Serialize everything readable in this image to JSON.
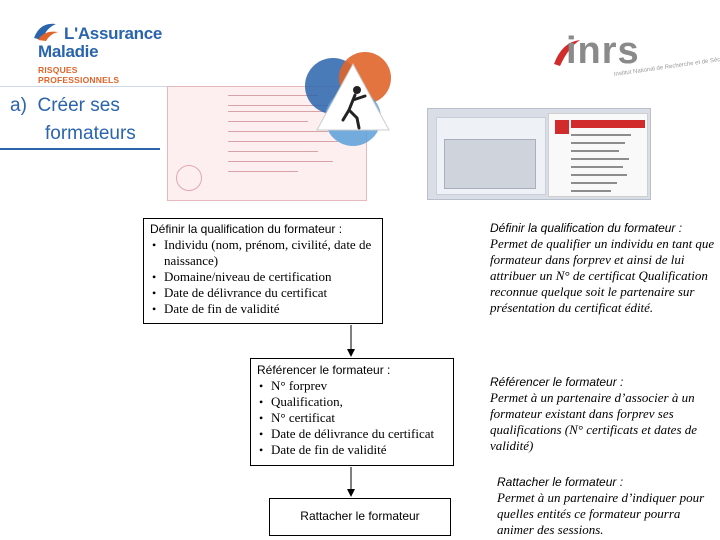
{
  "logos": {
    "assurance_maladie": {
      "line1": "L'Assurance",
      "line2": "Maladie",
      "subtitle": "RISQUES PROFESSIONNELS"
    },
    "inrs": {
      "word": "inrs",
      "tagline": "Institut National de Recherche et de Sécurité"
    }
  },
  "section": {
    "marker": "a)",
    "title_line1": "Créer ses",
    "title_line2": "formateurs"
  },
  "flow": {
    "definir": {
      "title": "Définir la qualification du formateur :",
      "items": [
        "Individu (nom, prénom, civilité, date de naissance)",
        "Domaine/niveau de certification",
        "Date de délivrance du certificat",
        "Date de fin de validité"
      ]
    },
    "referencer": {
      "title": "Référencer le formateur :",
      "items": [
        "N° forprev",
        "Qualification,",
        "N° certificat",
        "Date de délivrance du certificat",
        "Date de fin de validité"
      ]
    },
    "rattacher": {
      "title": "Rattacher le formateur"
    }
  },
  "descriptions": {
    "definir": {
      "title": "Définir la qualification du formateur :",
      "text": "Permet de qualifier un individu en tant que formateur dans forprev et ainsi de lui attribuer un N° de certificat Qualification reconnue quelque soit le partenaire sur présentation du certificat édité."
    },
    "referencer": {
      "title": "Référencer le formateur :",
      "text": "Permet à un partenaire d’associer à un formateur existant dans forprev ses qualifications (N° certificats et dates de validité)"
    },
    "rattacher": {
      "title": "Rattacher le formateur :",
      "text": "Permet à un partenaire d’indiquer pour quelles entités ce formateur pourra animer des sessions."
    }
  },
  "colors": {
    "brand_blue": "#2a64ad",
    "brand_orange": "#e0652a",
    "inrs_red": "#d22b2b"
  }
}
